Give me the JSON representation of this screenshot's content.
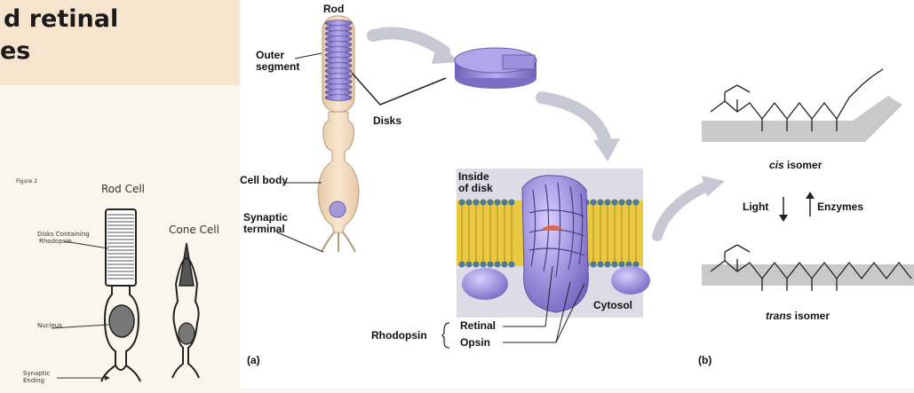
{
  "slide": {
    "title_lines": [
      "d retinal",
      "es"
    ]
  },
  "sketch": {
    "figure_tag": "Figure 2",
    "rod_cell": "Rod Cell",
    "cone_cell": "Cone Cell",
    "disks_line1": "Disks Containing",
    "disks_line2": "Rhodopsin",
    "nucleus": "Nucleus",
    "synaptic_line1": "Synaptic",
    "synaptic_line2": "Ending"
  },
  "rod_diagram": {
    "rod": "Rod",
    "outer_segment_line1": "Outer",
    "outer_segment_line2": "segment",
    "disks": "Disks",
    "cell_body": "Cell body",
    "synaptic_line1": "Synaptic",
    "synaptic_line2": "terminal",
    "inside_disk_line1": "Inside",
    "inside_disk_line2": "of disk",
    "cytosol": "Cytosol",
    "rhodopsin": "Rhodopsin",
    "retinal": "Retinal",
    "opsin": "Opsin",
    "panel_a": "(a)"
  },
  "isomer_diagram": {
    "cis_italic": "cis",
    "cis_rest": " isomer",
    "trans_italic": "trans",
    "trans_rest": " isomer",
    "light": "Light",
    "enzymes": "Enzymes",
    "panel_b": "(b)"
  },
  "colors": {
    "title_box": "#f6e4cf",
    "rod_fill": "#f3dcc0",
    "disk_purple": "#8c7fcf",
    "membrane_yellow": "#e9c842",
    "isomer_band": "#c9c9c9"
  }
}
